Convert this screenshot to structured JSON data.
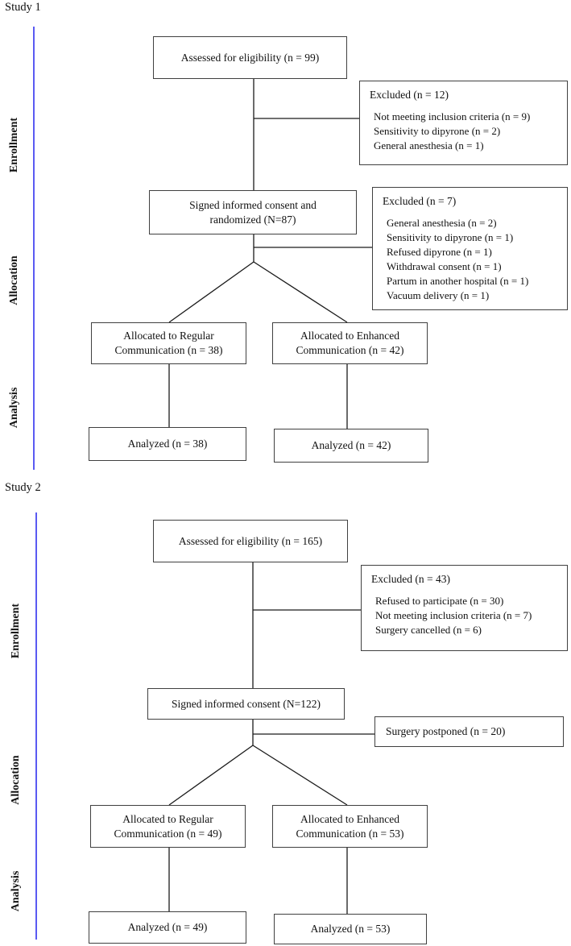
{
  "figure": {
    "accent_blue": "#5a5af2",
    "box_border_color": "#404040",
    "connector_color": "#1a1a1a"
  },
  "study1": {
    "title": "Study 1",
    "sections": {
      "enrollment": "Enrollment",
      "allocation": "Allocation",
      "analysis": "Analysis"
    },
    "assessed": "Assessed for eligibility (n = 99)",
    "excluded_top": {
      "title": "Excluded (n = 12)",
      "items": [
        "Not meeting inclusion criteria (n = 9)",
        "Sensitivity to dipyrone (n = 2)",
        "General anesthesia (n = 1)"
      ]
    },
    "signed": "Signed informed consent and\nrandomized (N=87)",
    "excluded_bottom": {
      "title": "Excluded (n = 7)",
      "items": [
        "General anesthesia (n = 2)",
        "Sensitivity to dipyrone (n = 1)",
        "Refused dipyrone (n = 1)",
        "Withdrawal consent (n = 1)",
        "Partum in another hospital (n = 1)",
        "Vacuum delivery (n = 1)"
      ]
    },
    "alloc_regular": "Allocated to Regular\nCommunication (n = 38)",
    "alloc_enhanced": "Allocated to Enhanced\nCommunication (n = 42)",
    "analyzed_regular": "Analyzed (n = 38)",
    "analyzed_enhanced": "Analyzed (n = 42)"
  },
  "study2": {
    "title": "Study 2",
    "sections": {
      "enrollment": "Enrollment",
      "allocation": "Allocation",
      "analysis": "Analysis"
    },
    "assessed": "Assessed for eligibility (n = 165)",
    "excluded_top": {
      "title": "Excluded (n = 43)",
      "items": [
        "Refused to participate (n = 30)",
        "Not meeting inclusion criteria (n = 7)",
        "Surgery cancelled (n = 6)"
      ]
    },
    "signed": "Signed informed consent (N=122)",
    "surgery_postponed": "Surgery postponed (n = 20)",
    "alloc_regular": "Allocated to Regular\nCommunication (n = 49)",
    "alloc_enhanced": "Allocated to Enhanced\nCommunication (n = 53)",
    "analyzed_regular": "Analyzed (n = 49)",
    "analyzed_enhanced": "Analyzed (n = 53)"
  }
}
